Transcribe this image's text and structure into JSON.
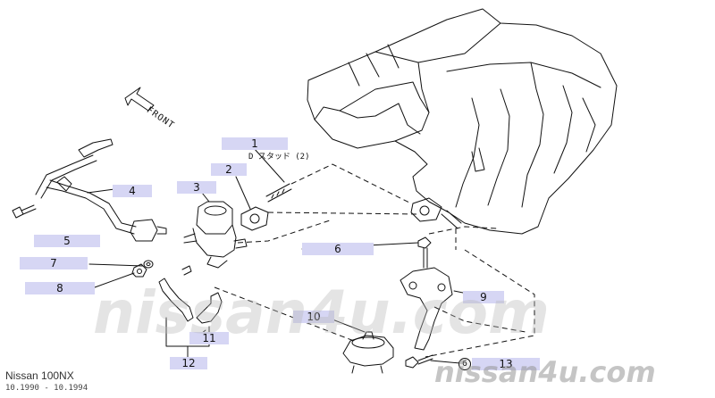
{
  "diagram": {
    "orientation_label": "FRONT",
    "part_note": "D スタッド (2)",
    "callouts": [
      "1",
      "2",
      "3",
      "4",
      "5",
      "6",
      "7",
      "8",
      "9",
      "10",
      "11",
      "12",
      "13"
    ],
    "circled_marker": "6",
    "watermarks": [
      "nissan4u.com",
      "nissan4u.com"
    ]
  },
  "footer": {
    "model": "Nissan 100NX",
    "date_range": "10.1990 - 10.1994"
  },
  "colors": {
    "callout_box": "#d6d6f4",
    "line_art": "#111111",
    "watermark": "#bdbdbd"
  }
}
